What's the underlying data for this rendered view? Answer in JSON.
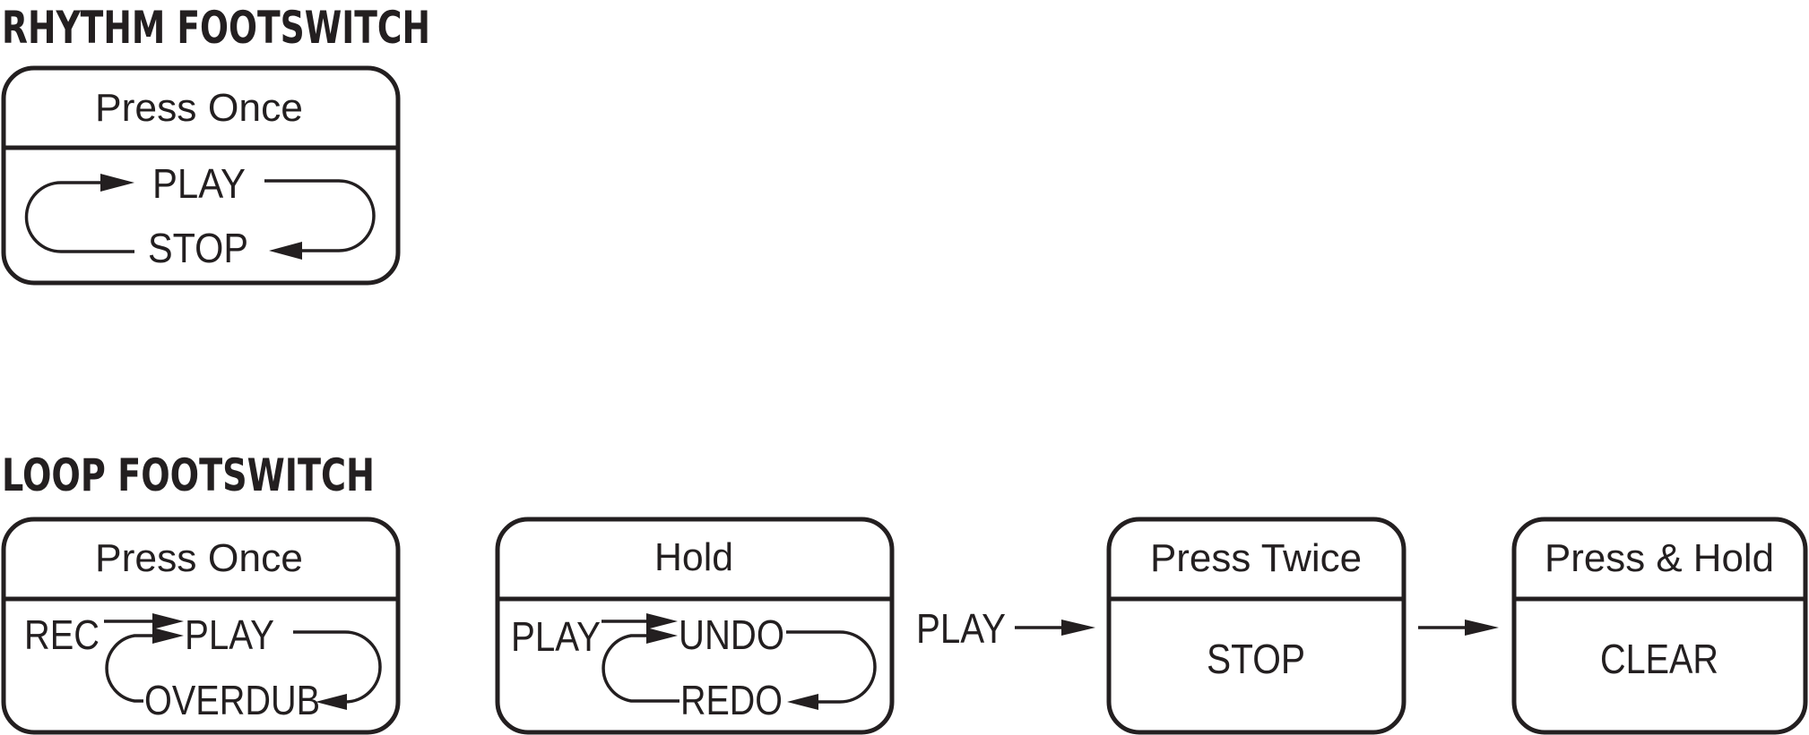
{
  "rhythm": {
    "title": "RHYTHM FOOTSWITCH",
    "box": {
      "header": "Press Once",
      "play": "PLAY",
      "stop": "STOP"
    }
  },
  "loop": {
    "title": "LOOP FOOTSWITCH",
    "press_once": {
      "header": "Press Once",
      "rec": "REC",
      "play": "PLAY",
      "overdub": "OVERDUB"
    },
    "hold": {
      "header": "Hold",
      "play": "PLAY",
      "undo": "UNDO",
      "redo": "REDO"
    },
    "play_label": "PLAY",
    "press_twice": {
      "header": "Press Twice",
      "body": "STOP"
    },
    "press_hold": {
      "header": "Press & Hold",
      "body": "CLEAR"
    }
  },
  "colors": {
    "ink": "#231f20",
    "background": "#ffffff"
  }
}
